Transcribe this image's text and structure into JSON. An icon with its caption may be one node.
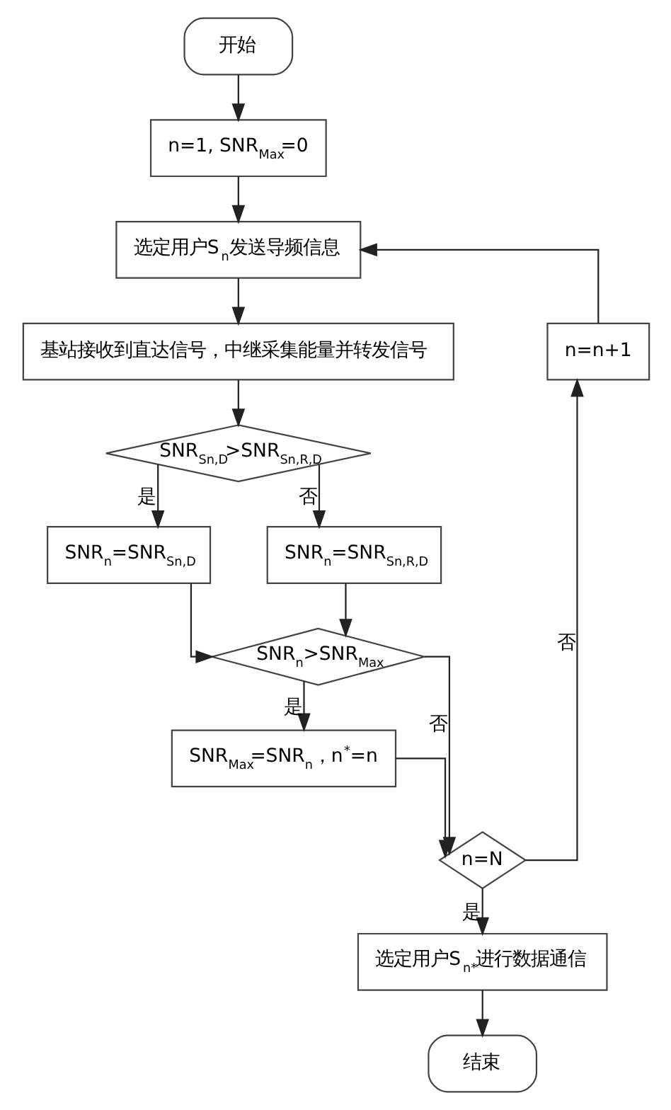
{
  "diagram": {
    "nodes": [
      {
        "text": [
          "开始"
        ]
      },
      {
        "text": [
          "n=1, SNR$_{Max}$=0"
        ]
      },
      {
        "text": [
          "选定用户S$_{n}$发送导频信息"
        ]
      },
      {
        "text": [
          "基站接收到直达信号，中继采集能量并转发信号"
        ]
      },
      {
        "text": [
          "SNR$_{Sn,D}$>SNR$_{Sn,R,D}$"
        ]
      },
      {
        "text": [
          "SNR$_{n}$=SNR$_{Sn,D}$"
        ]
      },
      {
        "text": [
          "SNR$_{n}$=SNR$_{Sn,R,D}$"
        ]
      },
      {
        "text": [
          "SNR$_{n}$>SNR$_{Max}$"
        ]
      },
      {
        "text": [
          "SNR$_{Max}$=SNR$_{n}$，n$^{*}$=n"
        ]
      },
      {
        "text": [
          "n=N"
        ]
      },
      {
        "text": [
          "选定用户S$_{n*}$进行数据通信"
        ]
      },
      {
        "text": [
          "结束"
        ]
      },
      {
        "text": [
          "n=n+1"
        ]
      }
    ],
    "edges": [
      {
        "from": 0,
        "to": 1,
        "arrow": "to"
      },
      {
        "from": 1,
        "to": 2,
        "arrow": "to"
      },
      {
        "from": 2,
        "to": 3,
        "arrow": "to"
      },
      {
        "from": 3,
        "to": 4,
        "arrow": "to"
      },
      {
        "from": 4,
        "to": 5,
        "arrow": "to",
        "label": "是"
      },
      {
        "from": 4,
        "to": 6,
        "arrow": "to",
        "label": "否"
      },
      {
        "from": 5,
        "to": 7,
        "arrow": "to"
      },
      {
        "from": 6,
        "to": 7,
        "arrow": "to"
      },
      {
        "from": 7,
        "to": 8,
        "arrow": "to",
        "label": "是"
      },
      {
        "from": 7,
        "to": 9,
        "arrow": "to",
        "label": "否"
      },
      {
        "from": 8,
        "to": 9,
        "arrow": "to"
      },
      {
        "from": 9,
        "to": 10,
        "arrow": "to",
        "label": "是"
      },
      {
        "from": 10,
        "to": 11,
        "arrow": "to"
      },
      {
        "from": 9,
        "to": 12,
        "arrow": "to",
        "label": "否"
      },
      {
        "from": 12,
        "to": 2,
        "arrow": "to"
      }
    ]
  }
}
